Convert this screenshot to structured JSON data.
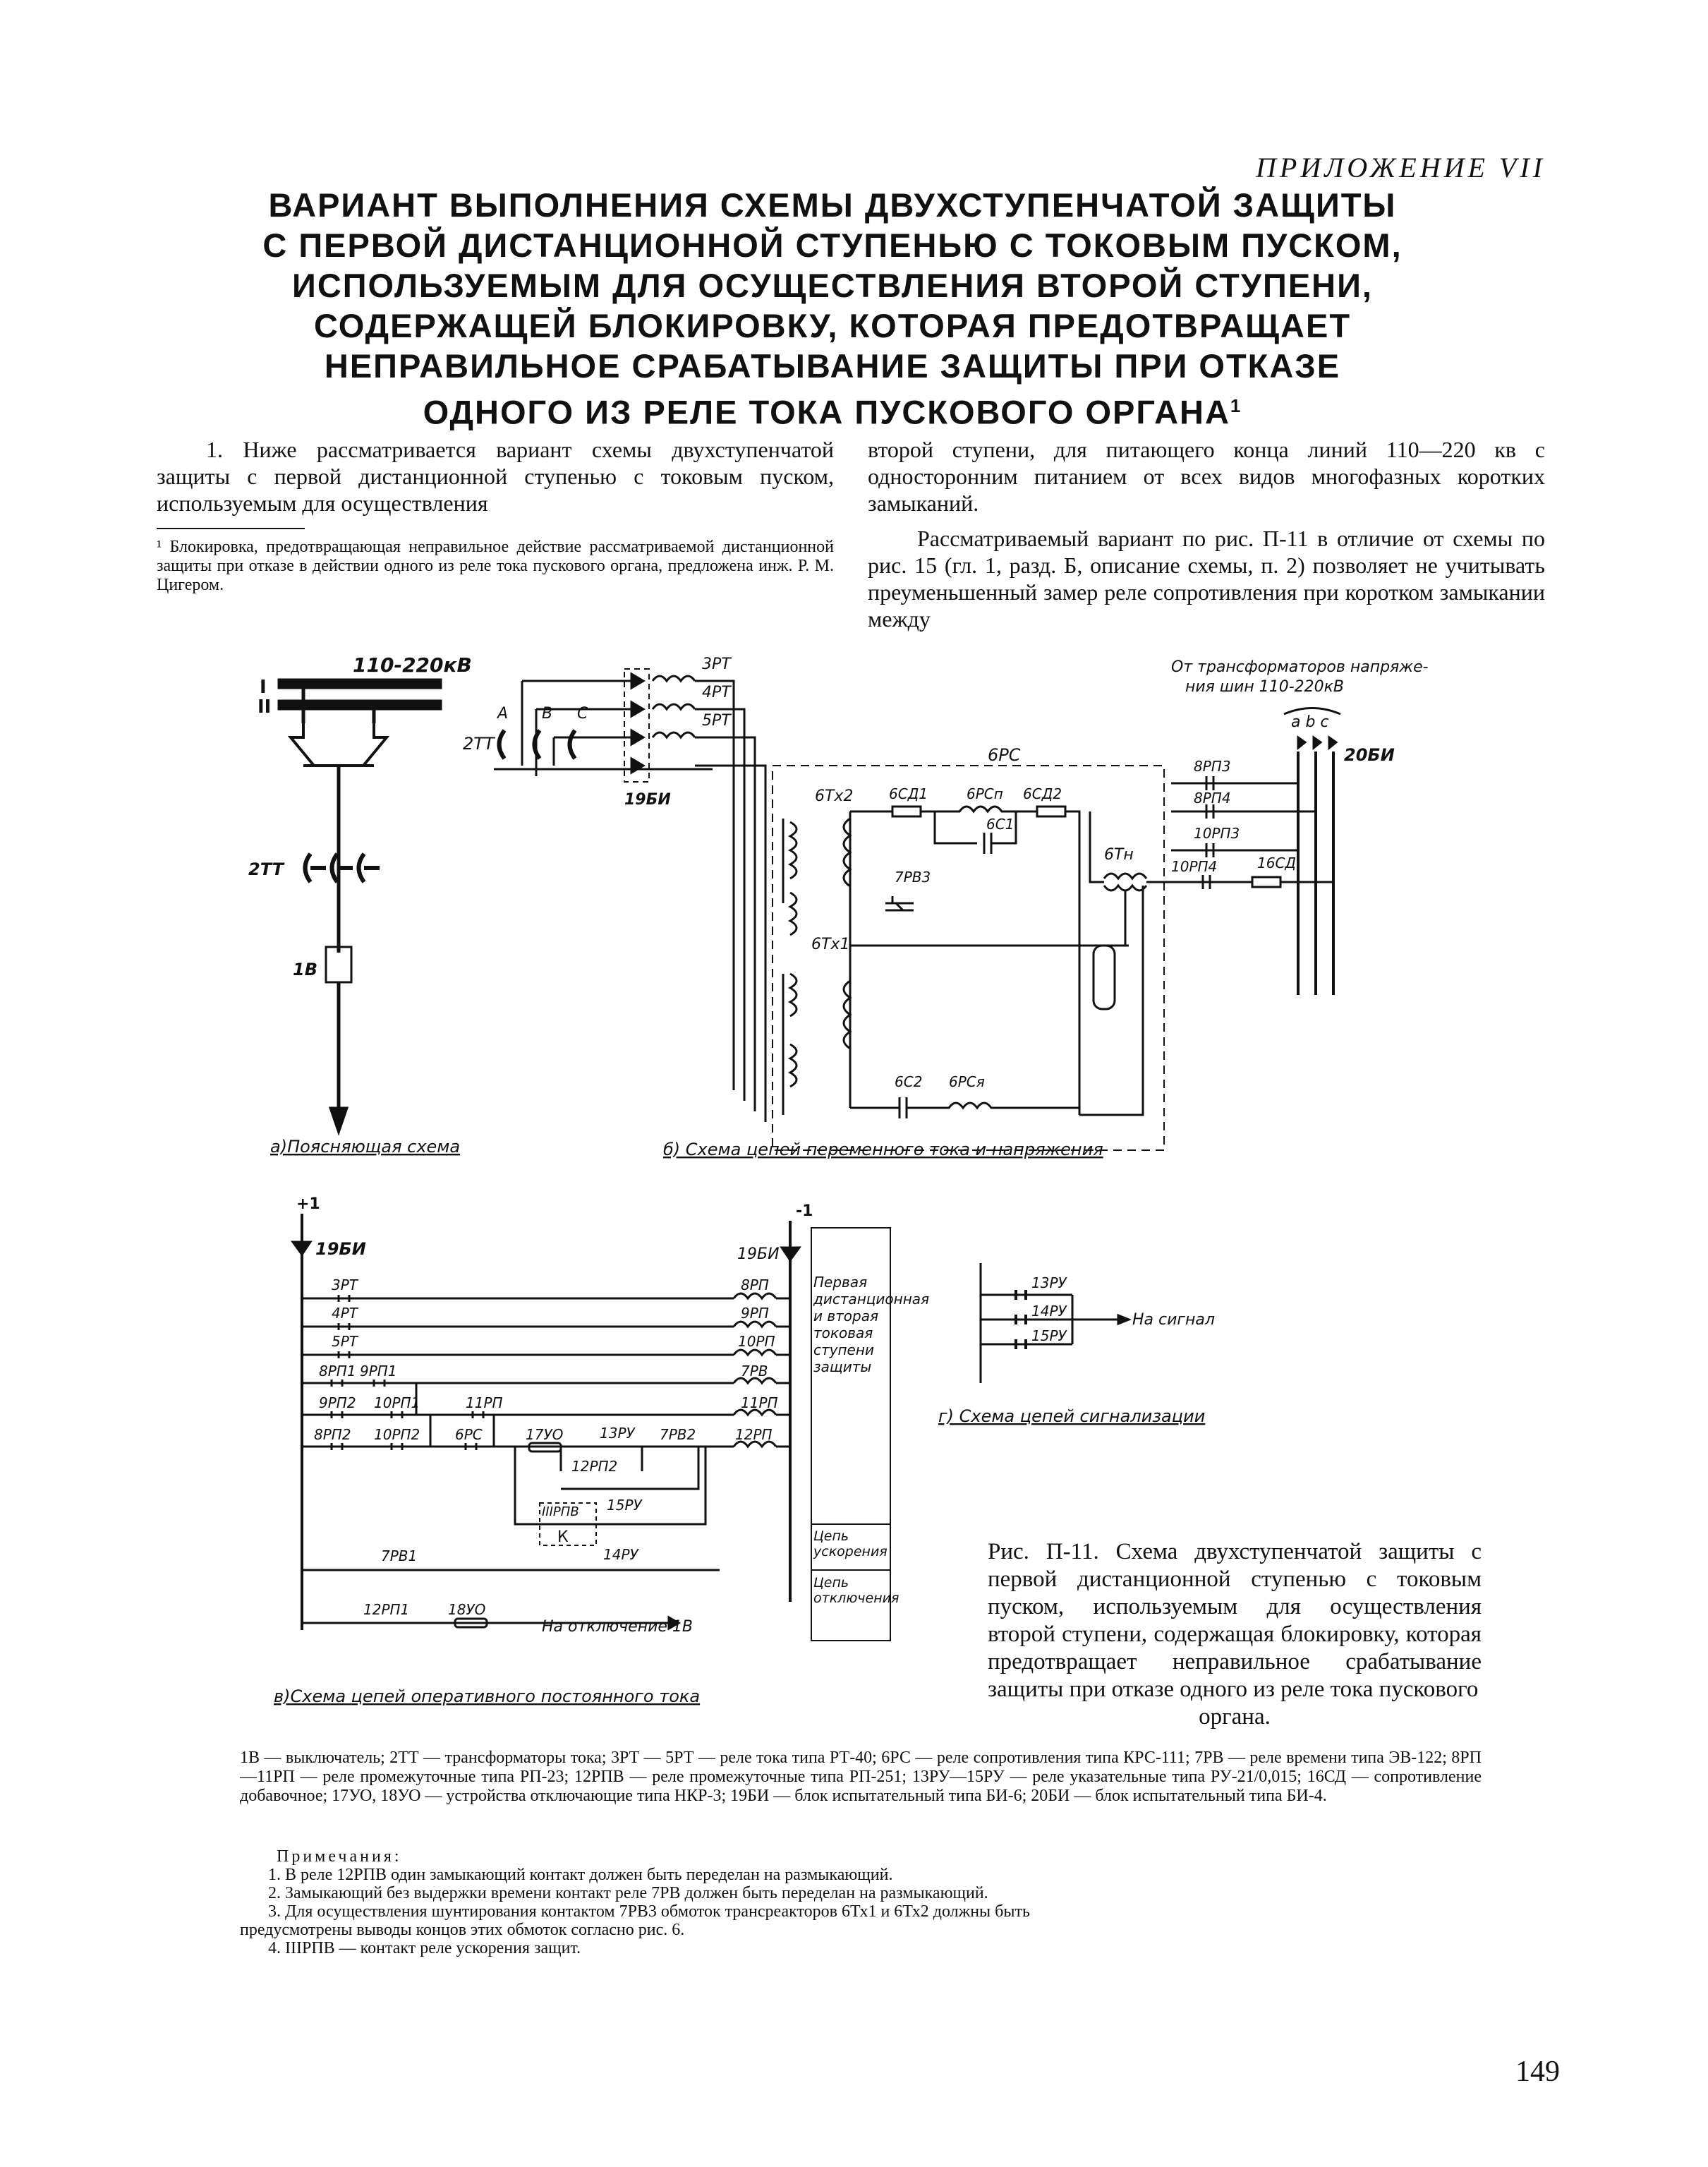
{
  "header": {
    "appendix": "ПРИЛОЖЕНИЕ VII",
    "title_lines": [
      "ВАРИАНТ ВЫПОЛНЕНИЯ СХЕМЫ ДВУХСТУПЕНЧАТОЙ ЗАЩИТЫ",
      "С ПЕРВОЙ ДИСТАНЦИОННОЙ СТУПЕНЬЮ С ТОКОВЫМ ПУСКОМ,",
      "ИСПОЛЬЗУЕМЫМ ДЛЯ ОСУЩЕСТВЛЕНИЯ ВТОРОЙ СТУПЕНИ,",
      "СОДЕРЖАЩЕЙ БЛОКИРОВКУ, КОТОРАЯ ПРЕДОТВРАЩАЕТ",
      "НЕПРАВИЛЬНОЕ СРАБАТЫВАНИЕ ЗАЩИТЫ ПРИ ОТКАЗЕ",
      "ОДНОГО ИЗ РЕЛЕ ТОКА ПУСКОВОГО ОРГАНА"
    ],
    "title_footnote_mark": "1"
  },
  "body": {
    "left_para": "1. Ниже рассматривается вариант схемы двухступенчатой защиты с первой дистанционной ступенью с токовым пуском, используемым для осуществления",
    "right_para1": "второй ступени, для питающего конца линий 110—220 кв с односторонним питанием от всех видов многофазных коротких замыканий.",
    "right_para2": "Рассматриваемый вариант по рис. П-11 в отличие от схемы по рис. 15 (гл. 1, разд. Б, описание схемы, п. 2) позволяет не учитывать преуменьшенный замер реле сопротивления при коротком замыкании между",
    "footnote": "¹ Блокировка, предотвращающая неправильное действие рассматриваемой дистанционной защиты при отказе в действии одного из реле тока пускового органа, предложена инж. Р. М. Цигером."
  },
  "figure": {
    "a": {
      "bus_voltage": "110-220кВ",
      "bus1": "I",
      "bus2": "II",
      "ct": "2TT",
      "breaker": "1B",
      "caption": "а)Поясняющая схема"
    },
    "b": {
      "rt3": "3РТ",
      "rt4": "4РТ",
      "rt5": "5РТ",
      "phase_a": "A",
      "phase_b": "B",
      "phase_c": "C",
      "ct": "2TT",
      "bi19": "19БИ",
      "rs6": "6РС",
      "tx2": "6Tx2",
      "tx1": "6Tx1",
      "sd1": "6СД1",
      "rsp": "6РСп",
      "sd2": "6СД2",
      "c1": "6С1",
      "rv3": "7РВ3",
      "tn": "6Тн",
      "c2": "6С2",
      "rsya": "6РСя",
      "vt_note_1": "От трансформаторов напряже-",
      "vt_note_2": "ния шин 110-220кВ",
      "abc": "a b c",
      "bi20": "20БИ",
      "rp8_3": "8РП3",
      "rp8_4": "8РП4",
      "rp10_3": "10РП3",
      "rp10_4": "10РП4",
      "sd16": "16СД",
      "caption": "б) Схема цепей переменного тока и напряжения"
    },
    "v": {
      "plus": "+1",
      "minus": "-1",
      "bi_left": "19БИ",
      "bi_right": "19БИ",
      "rt3": "3РТ",
      "rt4": "4РТ",
      "rt5": "5РТ",
      "rp8_1": "8РП1",
      "rp9_1": "9РП1",
      "rp9_2": "9РП2",
      "rp10_1": "10РП1",
      "rp11": "11РП",
      "rp8_2": "8РП2",
      "rp10_2": "10РП2",
      "rs6": "6РС",
      "uo17": "17УО",
      "ru13": "13РУ",
      "rv7_2": "7РВ2",
      "rp12_2": "12РП2",
      "rpv": "IIIРПВ",
      "ru15": "15РУ",
      "k": "К",
      "ru14": "14РУ",
      "rv7_1": "7РВ1",
      "rp12_1": "12РП1",
      "uo18": "18УО",
      "trip": "На отключение 1В",
      "coil_8": "8РП",
      "coil_9": "9РП",
      "coil_10": "10РП",
      "coil_7rv": "7РВ",
      "coil_11": "11РП",
      "coil_12": "12РП",
      "box1": "Первая дистанционная и вторая токовая ступени защиты",
      "box2": "Цепь ускорения",
      "box3": "Цепь отключения",
      "caption": "в)Схема цепей оперативного постоянного тока"
    },
    "g": {
      "ru13": "13РУ",
      "ru14": "14РУ",
      "ru15": "15РУ",
      "signal": "На сигнал",
      "caption": "г) Схема цепей сигнализации"
    },
    "caption_text": "Рис. П-11. Схема двухступенчатой защиты с первой дистанционной ступенью с токовым пуском, используемым для осуществления второй ступени, содержащая блокировку, которая предотвращает неправильное срабатывание защиты при отказе одного из реле тока пускового",
    "caption_last": "органа."
  },
  "legend": "1В — выключатель; 2ТТ — трансформаторы тока; 3РТ — 5РТ — реле тока типа РТ-40; 6РС — реле сопротивления типа КРС-111; 7РВ — реле времени типа ЭВ-122; 8РП—11РП — реле промежуточные типа РП-23; 12РПВ — реле промежуточные типа РП-251; 13РУ—15РУ — реле указательные типа РУ-21/0,015; 16СД — сопротивление добавочное; 17УО, 18УО — устройства отключающие типа НКР-3; 19БИ — блок испытательный типа БИ-6; 20БИ — блок испытательный типа БИ-4.",
  "notes": {
    "heading": "Примечания:",
    "items": [
      "1. В реле 12РПВ один замыкающий контакт должен быть переделан на размыкающий.",
      "2. Замыкающий без выдержки времени контакт реле 7РВ должен быть переделан на размыкающий.",
      "3. Для осуществления шунтирования контактом 7РВ3 обмоток трансреакторов 6Тх1 и 6Тх2 должны быть",
      "предусмотрены выводы концов этих обмоток согласно рис. 6.",
      "4. IIIРПВ — контакт реле ускорения защит."
    ]
  },
  "page_number": "149"
}
